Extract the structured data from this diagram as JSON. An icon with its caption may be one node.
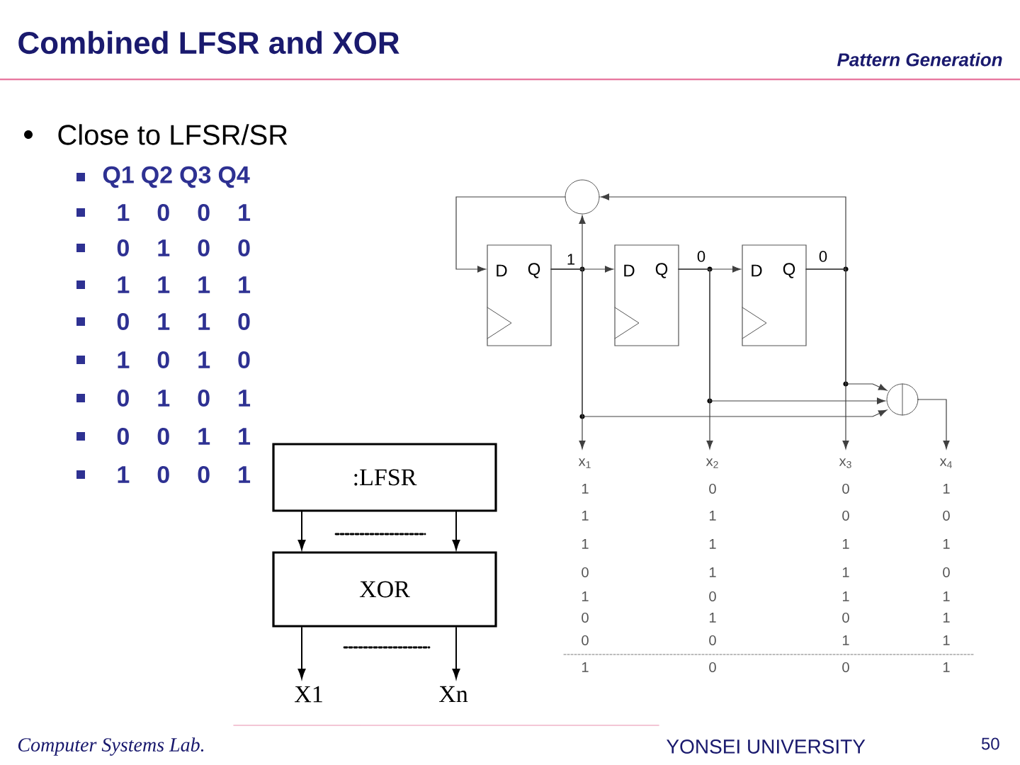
{
  "diagram": {
    "title": "Combined LFSR and XOR",
    "nodes": [
      {
        "text": [
          ":LFSR"
        ]
      },
      {
        "text": [
          "XOR"
        ]
      },
      {
        "text": [
          "X1"
        ]
      },
      {
        "text": [
          "Xn"
        ]
      },
      {
        "text": [
          "D",
          "Q"
        ]
      },
      {
        "text": [
          "D",
          "Q"
        ]
      },
      {
        "text": [
          "D",
          "Q"
        ]
      },
      {
        "text": [],
        "shape": "circle"
      },
      {
        "text": [],
        "shape": "circle"
      },
      {
        "text": [
          "x$_{1}$"
        ]
      },
      {
        "text": [
          "x$_{2}$"
        ]
      },
      {
        "text": [
          "x$_{3}$"
        ]
      },
      {
        "text": [
          "x$_{4}$"
        ]
      }
    ],
    "edges": [
      {
        "from": 4,
        "to": 5,
        "arrow": "to",
        "label": "1"
      },
      {
        "from": 5,
        "to": 6,
        "arrow": "to",
        "label": "0"
      },
      {
        "from": 6,
        "to": 7,
        "arrow": "to",
        "label": "0"
      },
      {
        "from": 4,
        "to": 7,
        "arrow": "to"
      },
      {
        "from": 7,
        "to": 4,
        "arrow": "to"
      },
      {
        "from": 6,
        "to": 8,
        "arrow": "to"
      },
      {
        "from": 5,
        "to": 8,
        "arrow": "to"
      },
      {
        "from": 4,
        "to": 8,
        "arrow": "to"
      },
      {
        "from": 4,
        "to": 9,
        "arrow": "to"
      },
      {
        "from": 5,
        "to": 10,
        "arrow": "to"
      },
      {
        "from": 6,
        "to": 11,
        "arrow": "to"
      },
      {
        "from": 8,
        "to": 12,
        "arrow": "to"
      },
      {
        "from": 0,
        "to": 1,
        "arrow": "to"
      },
      {
        "from": 0,
        "to": 1,
        "arrow": "to"
      },
      {
        "from": 1,
        "to": 2,
        "arrow": "to"
      },
      {
        "from": 1,
        "to": 3,
        "arrow": "to"
      }
    ],
    "labels": [
      "Pattern Generation",
      "Close to LFSR/SR",
      "Q1 Q2 Q3 Q4",
      "1 0 0 1",
      "0 1 0 0",
      "1 1 1 1",
      "0 1 1 0",
      "1 0 1 0",
      "0 1 0 1",
      "0 0 1 1",
      "1 0 0 1",
      "1",
      "0",
      "0",
      "1",
      "1",
      "1",
      "0",
      "0",
      "1",
      "1",
      "1",
      "1",
      "0",
      "1",
      "1",
      "0",
      "1",
      "0",
      "1",
      "1",
      "0",
      "1",
      "0",
      "1",
      "0",
      "0",
      "1",
      "1",
      "1",
      "0",
      "0",
      "1",
      "Computer Systems Lab.",
      "YONSEI UNIVERSITY",
      "50"
    ]
  }
}
